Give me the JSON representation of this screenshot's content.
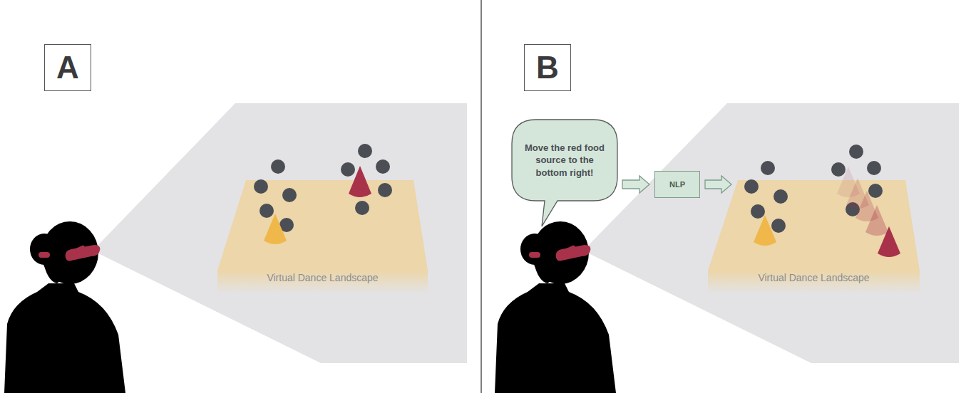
{
  "diagram": {
    "nodes": [
      {
        "text": [
          "A"
        ]
      },
      {
        "text": [
          "Virtual Dance Landscape"
        ]
      },
      {
        "text": [
          "B"
        ]
      },
      {
        "text": [
          "Move the red food source to the bottom right!"
        ]
      },
      {
        "text": [
          "NLP"
        ]
      },
      {
        "text": [
          "Virtual Dance Landscape"
        ]
      }
    ],
    "edges": [
      {
        "from": 3,
        "to": 4,
        "arrow": "to"
      },
      {
        "from": 4,
        "to": 5,
        "arrow": "to"
      }
    ]
  }
}
